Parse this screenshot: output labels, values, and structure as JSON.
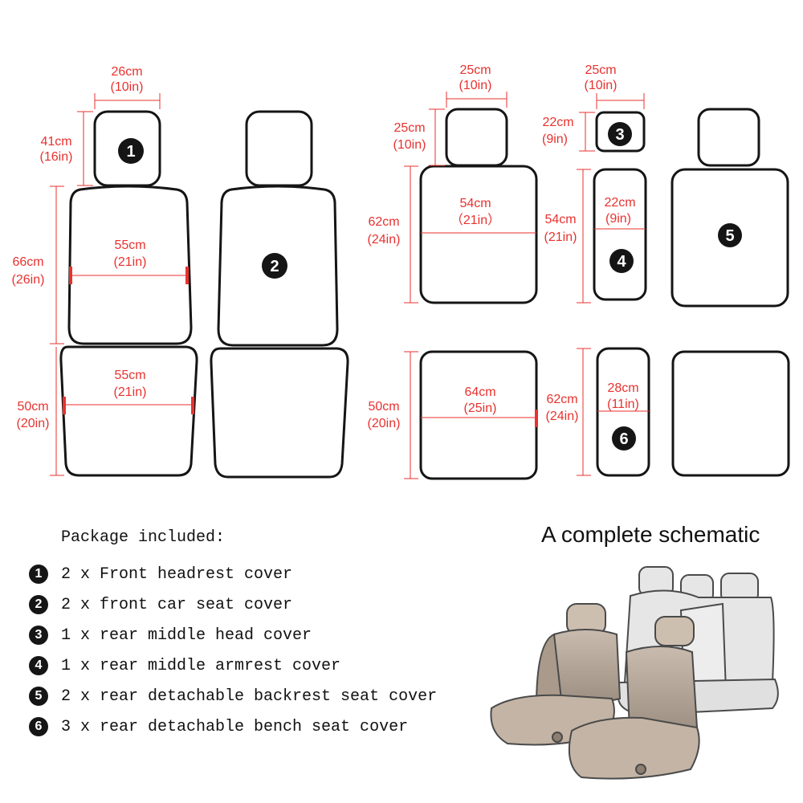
{
  "colors": {
    "dimension": "#e8322f",
    "outline": "#151515",
    "badge": "#151515",
    "seat_fill": "#cdbfb0",
    "seat_back": "#e6e6e6"
  },
  "dims": {
    "d1_w": [
      "26cm",
      "(10in)"
    ],
    "d1_h": [
      "41cm",
      "(16in)"
    ],
    "d2_back_h": [
      "66cm",
      "(26in)"
    ],
    "d2_back_w": [
      "55cm",
      "(21in)"
    ],
    "d2_seat_h": [
      "50cm",
      "(20in)"
    ],
    "d2_seat_w": [
      "55cm",
      "(21in)"
    ],
    "d5_head_w": [
      "25cm",
      "(10in)"
    ],
    "d5_head_h": [
      "25cm",
      "(10in)"
    ],
    "d5_back_h": [
      "62cm",
      "(24in)"
    ],
    "d5_back_w": [
      "54cm",
      "（21in）"
    ],
    "d3_w": [
      "25cm",
      "(10in)"
    ],
    "d3_h": [
      "22cm",
      "(9in)"
    ],
    "d4_h": [
      "54cm",
      "(21in)"
    ],
    "d4_w": [
      "22cm",
      "(9in)"
    ],
    "d6_seat_h": [
      "50cm",
      "(20in)"
    ],
    "d6_seat_w": [
      "64cm",
      "(25in)"
    ],
    "d6_mid_h": [
      "62cm",
      "(24in)"
    ],
    "d6_mid_w": [
      "28cm",
      "(11in)"
    ]
  },
  "badges": [
    "1",
    "2",
    "3",
    "4",
    "5",
    "6"
  ],
  "package": {
    "title": "Package included:",
    "items": [
      {
        "num": "1",
        "text": "2 x Front headrest cover"
      },
      {
        "num": "2",
        "text": "2 x front car seat cover"
      },
      {
        "num": "3",
        "text": "1 x rear middle head cover"
      },
      {
        "num": "4",
        "text": "1 x rear middle armrest cover"
      },
      {
        "num": "5",
        "text": "2 x rear detachable backrest seat cover"
      },
      {
        "num": "6",
        "text": "3 x rear detachable bench seat cover"
      }
    ]
  },
  "schematic_title": "A complete schematic"
}
